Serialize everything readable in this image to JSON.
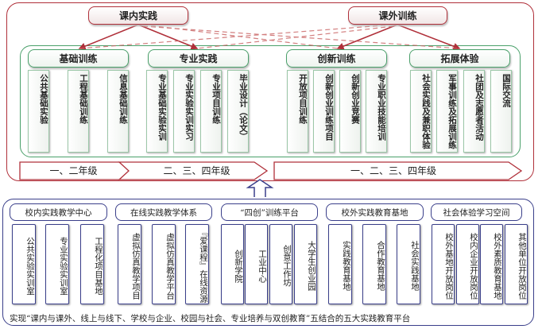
{
  "top": {
    "in_class": "课内实践",
    "extra_class": "课外训练",
    "groups": [
      {
        "title": "基础训练",
        "items": [
          "公共基础实验",
          "工程基础训练",
          "信息基础训练"
        ]
      },
      {
        "title": "专业实践",
        "items": [
          "专业基础实验实训",
          "专业实验实训实习",
          "专业项目训练",
          "毕业设计（论文）"
        ]
      },
      {
        "title": "创新训练",
        "items": [
          "开放项目训练",
          "创新创业训练项目",
          "创新创业竞赛",
          "专业职业技能培训"
        ]
      },
      {
        "title": "拓展体验",
        "items": [
          "社会实践及兼职体验",
          "军事训练及拓展训练",
          "社团及志愿者活动",
          "国际交流"
        ]
      }
    ],
    "grades": [
      "一、二年级",
      "二、三、四年级",
      "一、二、三、四年级"
    ]
  },
  "bottom": {
    "platforms": [
      {
        "title": "校内实践教学中心",
        "items": [
          "公共实验实训室",
          "专业实验实训室",
          "工程化项目基地"
        ]
      },
      {
        "title": "在线实践教学体系",
        "items": [
          "虚拟仿真教学项目",
          "虚拟仿真教学平台",
          "『爱课程』在线资源"
        ]
      },
      {
        "title": "“四创”训练平台",
        "items": [
          "创新学院",
          "工业中心",
          "创意工作坊",
          "大学生创业园"
        ]
      },
      {
        "title": "校外实践教育基地",
        "items": [
          "实践教育基地",
          "合作教育基地",
          "社会实践基地"
        ]
      },
      {
        "title": "社会体验学习空间",
        "items": [
          "校外基地开放岗位",
          "校内企业开放岗位",
          "校外素质教育基地",
          "其他单位开放岗位"
        ]
      }
    ],
    "footer": "实现“课内与课外、线上与线下、学校与企业、校园与社会、专业培养与双创教育”五结合的五大实践教育平台"
  },
  "colors": {
    "red": "#b0303a",
    "green": "#4aa06a",
    "blue": "#3a3f8a"
  }
}
